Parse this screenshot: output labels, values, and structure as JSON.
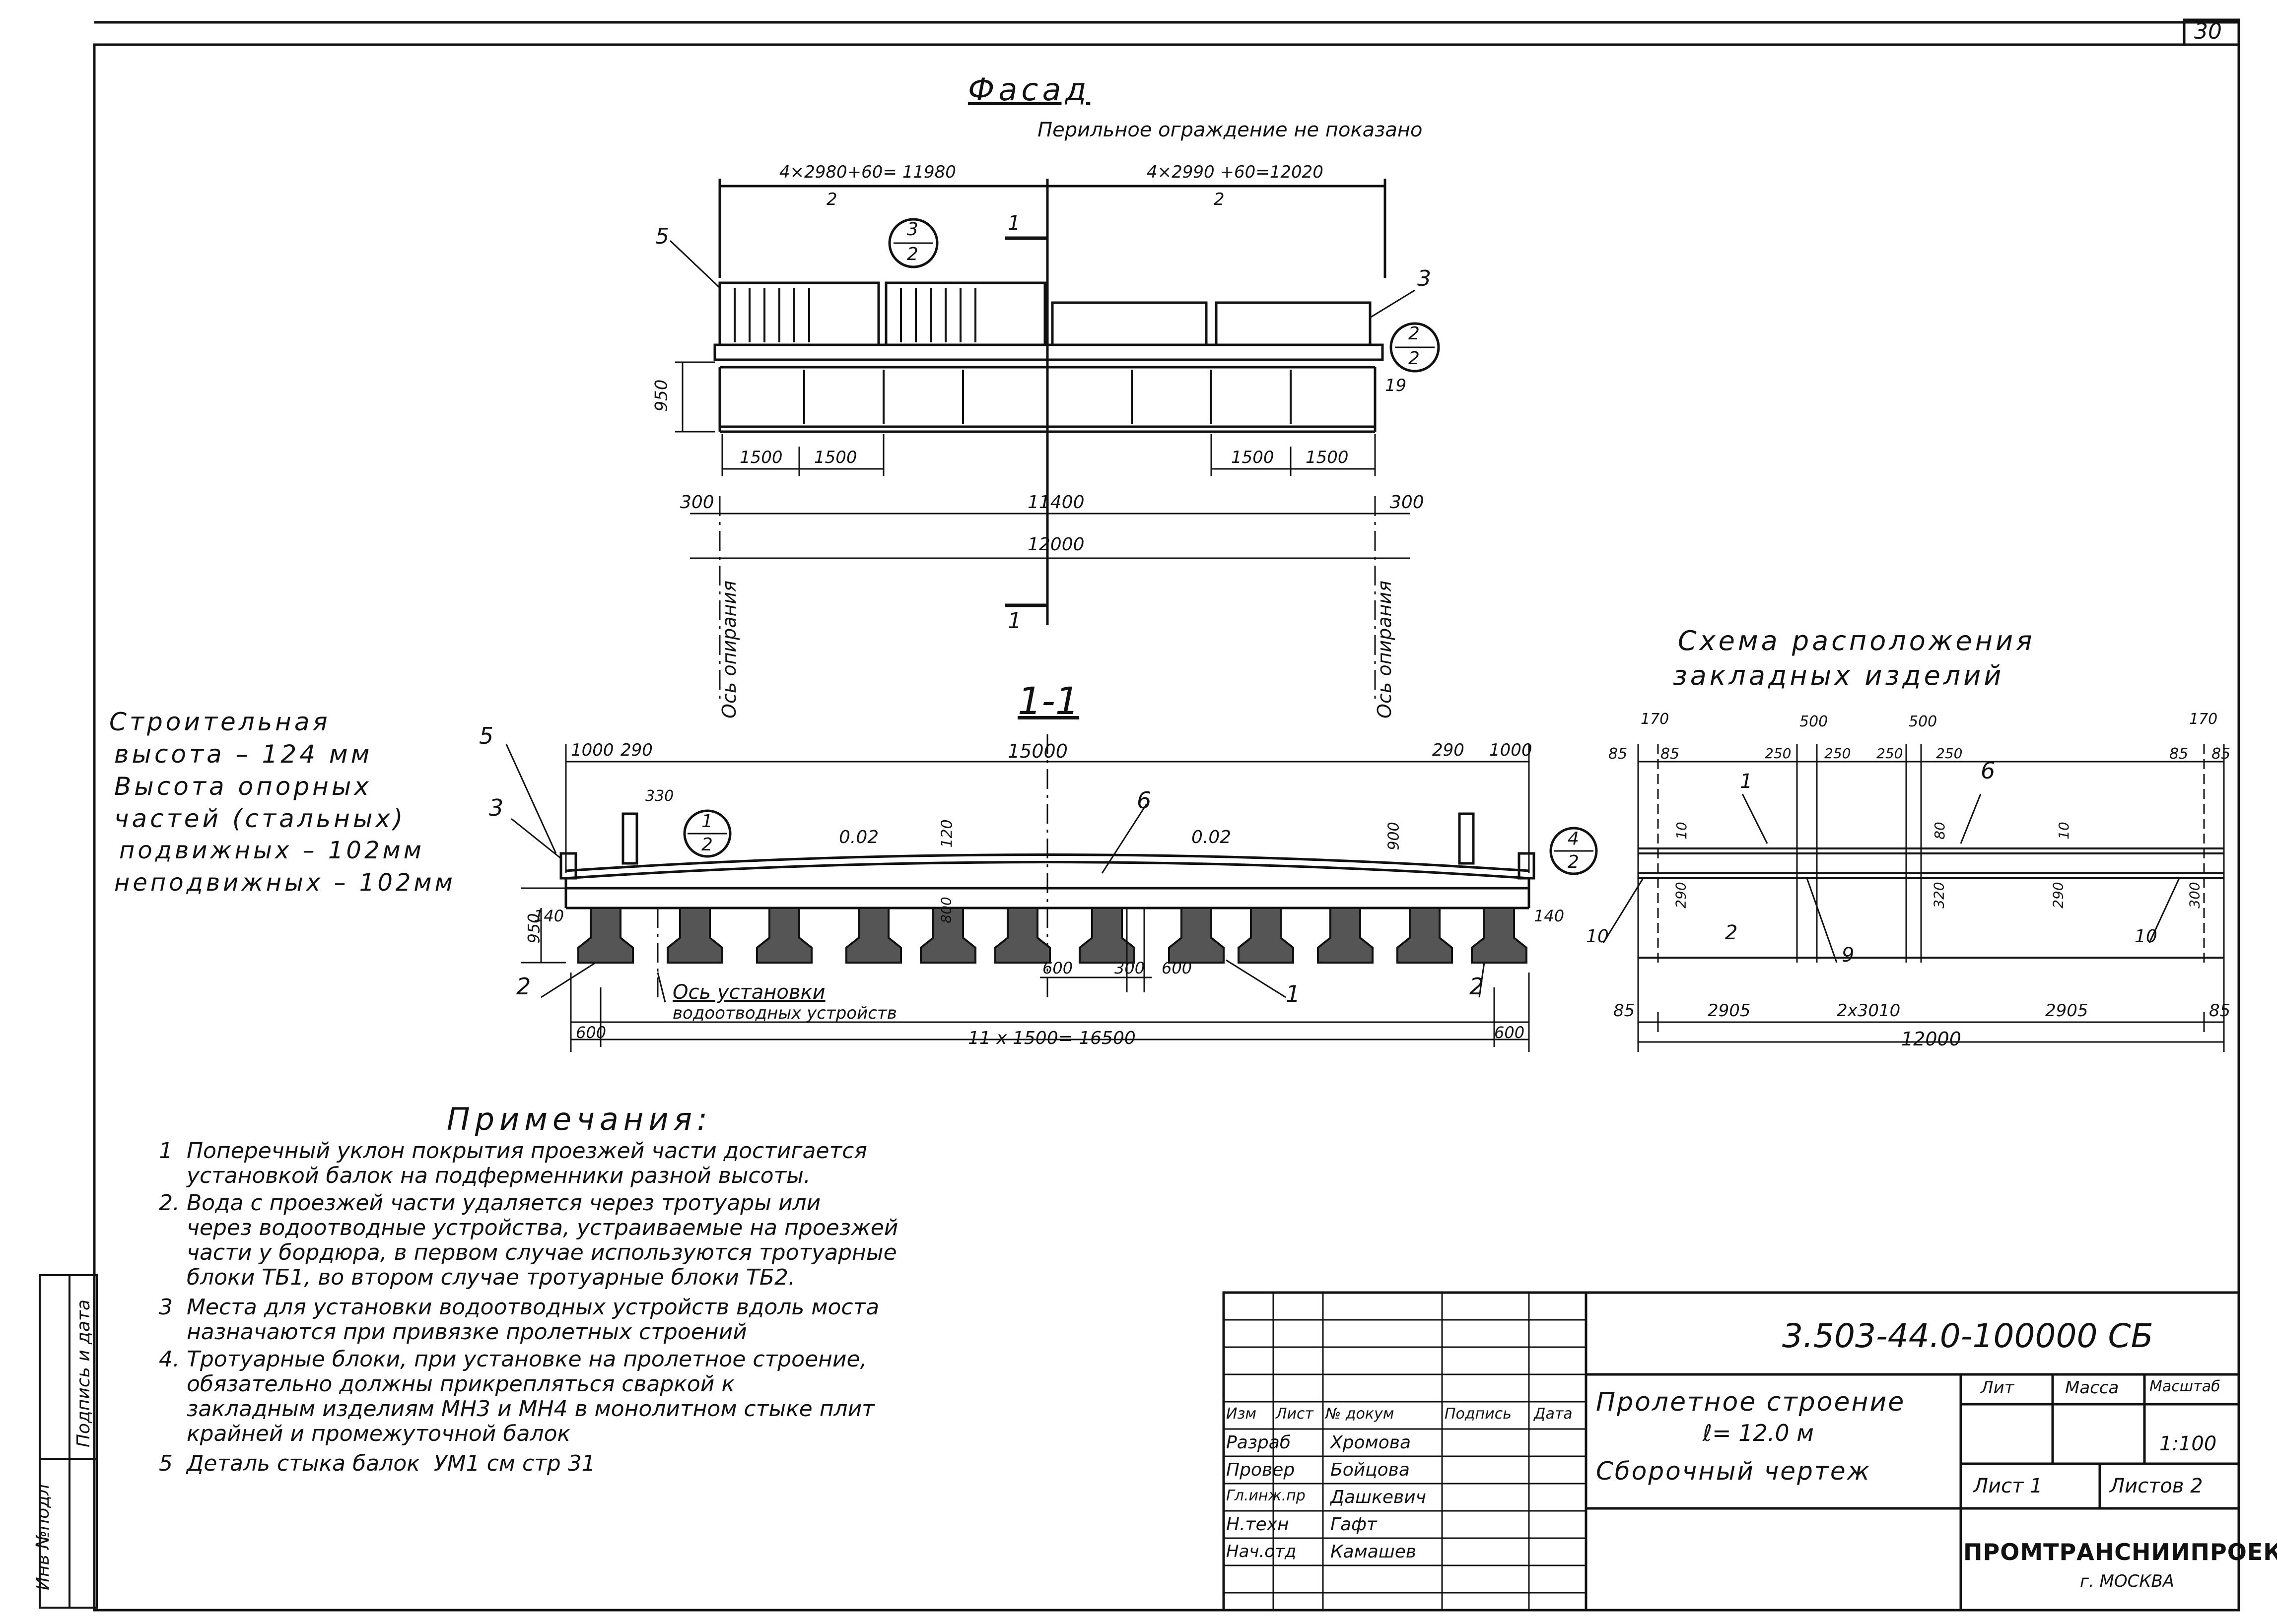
{
  "sheet_number": "30",
  "facade": {
    "title": "Фасад",
    "subtitle": "Перильное ограждение не показано",
    "dim_left": "4×2980+60= 11980",
    "dim_left_sub": "2",
    "dim_right": "4×2990 +60=12020",
    "dim_right_sub": "2",
    "callout_3_2_top": "3",
    "callout_3_2_bottom": "2",
    "callout_2_2_top": "2",
    "callout_2_2_bottom": "2",
    "leader_5": "5",
    "leader_3": "3",
    "leader_19": "19",
    "section_mark_top": "1",
    "section_mark_bottom": "1",
    "height_950": "950",
    "dim_1500_a": "1500",
    "dim_1500_b": "1500",
    "dim_1500_c": "1500",
    "dim_1500_d": "1500",
    "dim_300_left": "300",
    "dim_11400": "11400",
    "dim_300_right": "300",
    "dim_12000": "12000",
    "axis_left": "Ось опирания",
    "axis_right": "Ось опирания"
  },
  "build_height": {
    "line1": "Строительная",
    "line2": "высота  –  124 мм",
    "line3": "Высота опорных",
    "line4": "частей (стальных)",
    "line5": "подвижных  – 102мм",
    "line6": "неподвижных – 102мм"
  },
  "section": {
    "title": "1-1",
    "dim_1000_l": "1000",
    "dim_290_l": "290",
    "dim_15000": "15000",
    "dim_290_r": "290",
    "dim_1000_r": "1000",
    "dim_330": "330",
    "callout_1_2_top": "1",
    "callout_1_2_bottom": "2",
    "callout_4_2_top": "4",
    "callout_4_2_bottom": "2",
    "slope_left": "0.02",
    "slope_right": "0.02",
    "dim_120": "120",
    "dim_900": "900",
    "dim_800": "800",
    "dim_950": "950",
    "dim_140_l": "140",
    "dim_140_r": "140",
    "leader_5": "5",
    "leader_3": "3",
    "leader_6": "6",
    "leader_2_l": "2",
    "leader_2_r": "2",
    "leader_1": "1",
    "axis_label_1": "Ось установки",
    "axis_label_2": "водоотводных устройств",
    "dim_600_a": "600",
    "dim_300": "300",
    "dim_600_b": "600",
    "dim_600_l": "600",
    "dim_600_r": "600",
    "dim_total": "11 x 1500= 16500"
  },
  "embed_scheme": {
    "title1": "Схема расположения",
    "title2": "закладных изделий",
    "dim_170_l": "170",
    "dim_170_r": "170",
    "dim_85_1": "85",
    "dim_85_2": "85",
    "dim_250_1": "250",
    "dim_500_l": "500",
    "dim_250_2": "250",
    "dim_250_3": "250",
    "dim_500_r": "500",
    "dim_250_4": "250",
    "dim_85_3": "85",
    "dim_85_4": "85",
    "leader_1": "1",
    "leader_6": "6",
    "leader_2": "2",
    "leader_9": "9",
    "leader_10_l": "10",
    "leader_10_r": "10",
    "v10_1": "10",
    "v10_2": "10",
    "v80": "80",
    "v290_1": "290",
    "v320": "320",
    "v290_2": "290",
    "v300": "300",
    "bottom_85_l": "85",
    "bottom_2905_l": "2905",
    "bottom_2x3010": "2x3010",
    "bottom_2905_r": "2905",
    "bottom_85_r": "85",
    "bottom_12000": "12000"
  },
  "notes": {
    "title": "Примечания:",
    "items": [
      "1  Поперечный уклон покрытия проезжей части достигается\n    установкой балок на подферменники разной высоты.",
      "2. Вода с проезжей части удаляется через тротуары или\n    через водоотводные устройства, устраиваемые на проезжей\n    части у бордюра, в первом случае используются тротуарные\n    блоки ТБ1, во втором случае тротуарные блоки ТБ2.",
      "3  Места для установки водоотводных устройств вдоль моста\n    назначаются при привязке пролетных строений",
      "4. Тротуарные блоки, при установке на пролетное строение,\n    обязательно должны прикрепляться сваркой к\n    закладным изделиям МН3 и МН4 в монолитном стыке плит\n    крайней и промежуточной балок",
      "5  Деталь стыка балок  УМ1 см стр 31"
    ]
  },
  "side_stamp": {
    "col1": "Инв №подл",
    "col2": "Подпись и дата"
  },
  "title_block": {
    "code": "3.503-44.0-100000 СБ",
    "name_line1": "Пролетное строение",
    "name_line2": "ℓ= 12.0 м",
    "name_line3": "Сборочный чертеж",
    "header_izm": "Изм",
    "header_list": "Лист",
    "header_ndok": "№ докум",
    "header_podp": "Подпись",
    "header_data": "Дата",
    "h_lit": "Лит",
    "h_massa": "Масса",
    "h_masshtab": "Масштаб",
    "scale": "1:100",
    "sheet": "Лист 1",
    "sheets": "Листов 2",
    "rows": [
      {
        "role": "Разраб",
        "name": "Хромова"
      },
      {
        "role": "Провер",
        "name": "Бойцова"
      },
      {
        "role": "Гл.инж.пр",
        "name": "Дашкевич"
      },
      {
        "role": "Н.техн",
        "name": "Гафт"
      },
      {
        "role": "Нач.отд",
        "name": "Камашев"
      }
    ],
    "org": "ПРОМТРАНСНИИПРОЕКТ",
    "city": "г. МОСКВА"
  }
}
